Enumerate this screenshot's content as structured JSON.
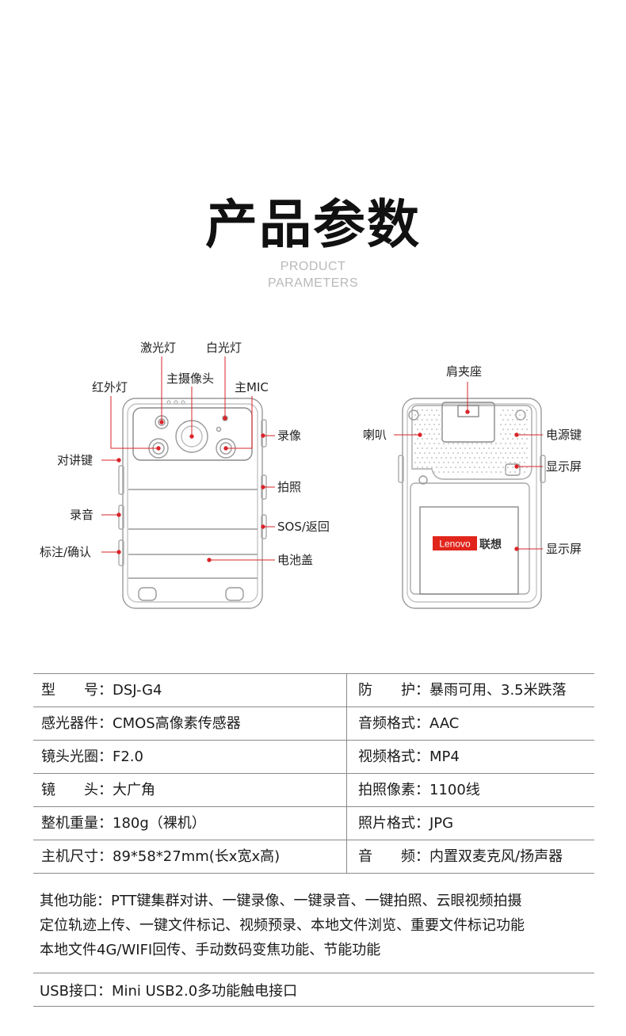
{
  "header": {
    "title": "产品参数",
    "subtitle_line1": "PRODUCT",
    "subtitle_line2": "PARAMETERS"
  },
  "diagram": {
    "front_labels": {
      "laser_light": "激光灯",
      "white_light": "白光灯",
      "main_camera": "主摄像头",
      "infrared_light": "红外灯",
      "main_mic": "主MIC",
      "intercom_key": "对讲键",
      "record_video": "录像",
      "photo": "拍照",
      "record_audio": "录音",
      "sos_back": "SOS/返回",
      "mark_confirm": "标注/确认",
      "battery_cover": "电池盖"
    },
    "back_labels": {
      "shoulder_clip": "肩夹座",
      "speaker": "喇叭",
      "power_key": "电源键",
      "display_small": "显示屏",
      "display_main": "显示屏"
    },
    "brand": {
      "logo_text": "Lenovo",
      "name": "联想",
      "color": "#e1251b"
    },
    "accent_color": "#d9252a"
  },
  "specs": [
    {
      "left": "型　　号：DSJ-G4",
      "right": "防　　护：暴雨可用、3.5米跌落"
    },
    {
      "left": "感光器件：CMOS高像素传感器",
      "right": "音频格式：AAC"
    },
    {
      "left": "镜头光圈：F2.0",
      "right": "视频格式：MP4"
    },
    {
      "left": "镜　　头：大广角",
      "right": "拍照像素：1100线"
    },
    {
      "left": "整机重量：180g（裸机）",
      "right": "照片格式：JPG"
    },
    {
      "left": "主机尺寸：89*58*27mm(长x宽x高)",
      "right": "音　　频：内置双麦克风/扬声器"
    }
  ],
  "other_functions": {
    "line1": "其他功能：PTT键集群对讲、一键录像、一键录音、一键拍照、云眼视频拍摄",
    "line2": "定位轨迹上传、一键文件标记、视频预录、本地文件浏览、重要文件标记功能",
    "line3": "本地文件4G/WIFI回传、手动数码变焦功能、节能功能"
  },
  "usb": "USB接口：Mini USB2.0多功能触电接口"
}
